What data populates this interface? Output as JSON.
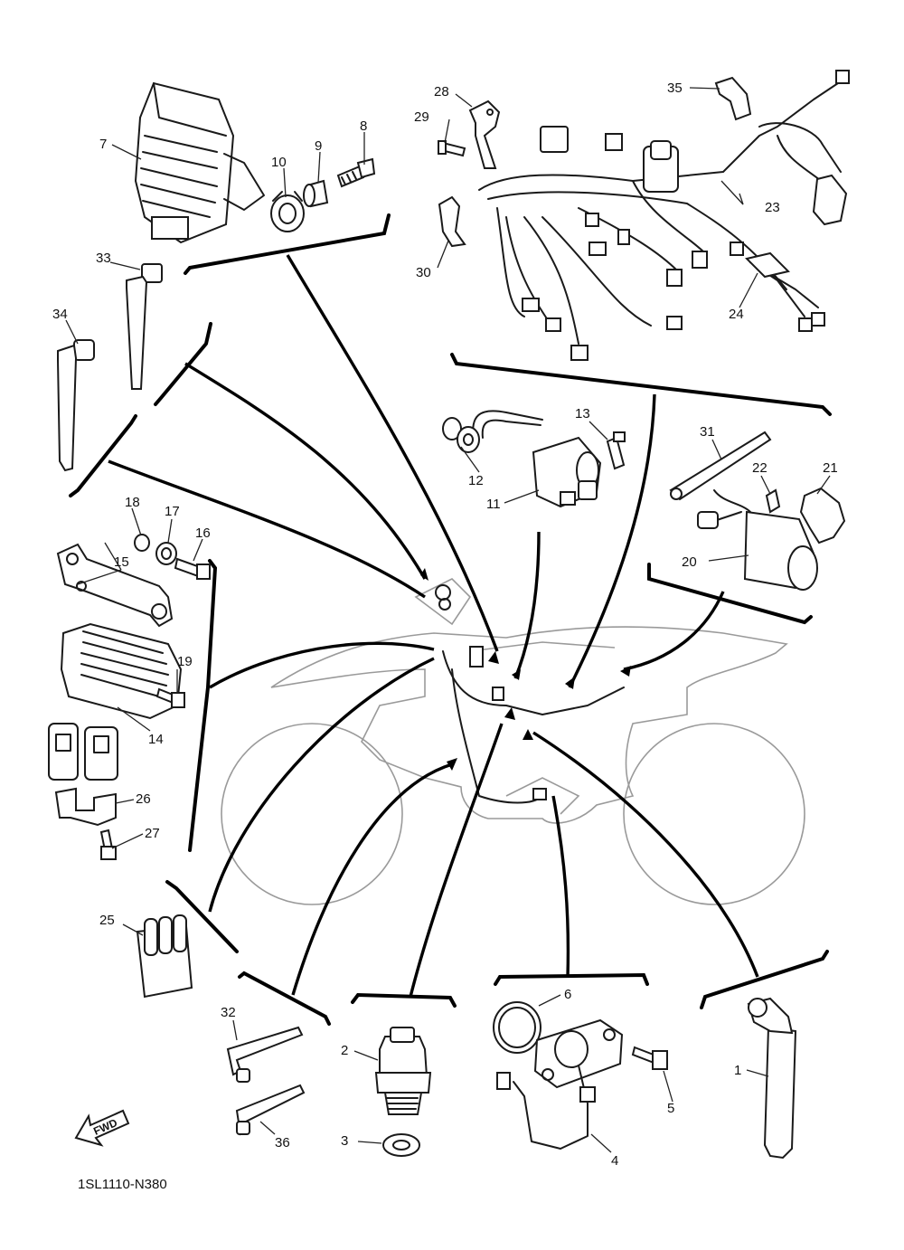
{
  "diagram": {
    "code": "1SL1110-N380",
    "fwd_label": "FWD",
    "parts": [
      {
        "id": "1",
        "label": "1"
      },
      {
        "id": "2",
        "label": "2"
      },
      {
        "id": "3",
        "label": "3"
      },
      {
        "id": "4",
        "label": "4"
      },
      {
        "id": "5",
        "label": "5"
      },
      {
        "id": "6",
        "label": "6"
      },
      {
        "id": "7",
        "label": "7"
      },
      {
        "id": "8",
        "label": "8"
      },
      {
        "id": "9",
        "label": "9"
      },
      {
        "id": "10",
        "label": "10"
      },
      {
        "id": "11",
        "label": "11"
      },
      {
        "id": "12",
        "label": "12"
      },
      {
        "id": "13",
        "label": "13"
      },
      {
        "id": "14",
        "label": "14"
      },
      {
        "id": "15",
        "label": "15"
      },
      {
        "id": "16",
        "label": "16"
      },
      {
        "id": "17",
        "label": "17"
      },
      {
        "id": "18",
        "label": "18"
      },
      {
        "id": "19",
        "label": "19"
      },
      {
        "id": "20",
        "label": "20"
      },
      {
        "id": "21",
        "label": "21"
      },
      {
        "id": "22",
        "label": "22"
      },
      {
        "id": "23",
        "label": "23"
      },
      {
        "id": "24",
        "label": "24"
      },
      {
        "id": "25",
        "label": "25"
      },
      {
        "id": "26",
        "label": "26"
      },
      {
        "id": "27",
        "label": "27"
      },
      {
        "id": "28",
        "label": "28"
      },
      {
        "id": "29",
        "label": "29"
      },
      {
        "id": "30",
        "label": "30"
      },
      {
        "id": "31",
        "label": "31"
      },
      {
        "id": "32",
        "label": "32"
      },
      {
        "id": "33",
        "label": "33"
      },
      {
        "id": "34",
        "label": "34"
      },
      {
        "id": "35",
        "label": "35"
      },
      {
        "id": "36",
        "label": "36"
      }
    ]
  }
}
